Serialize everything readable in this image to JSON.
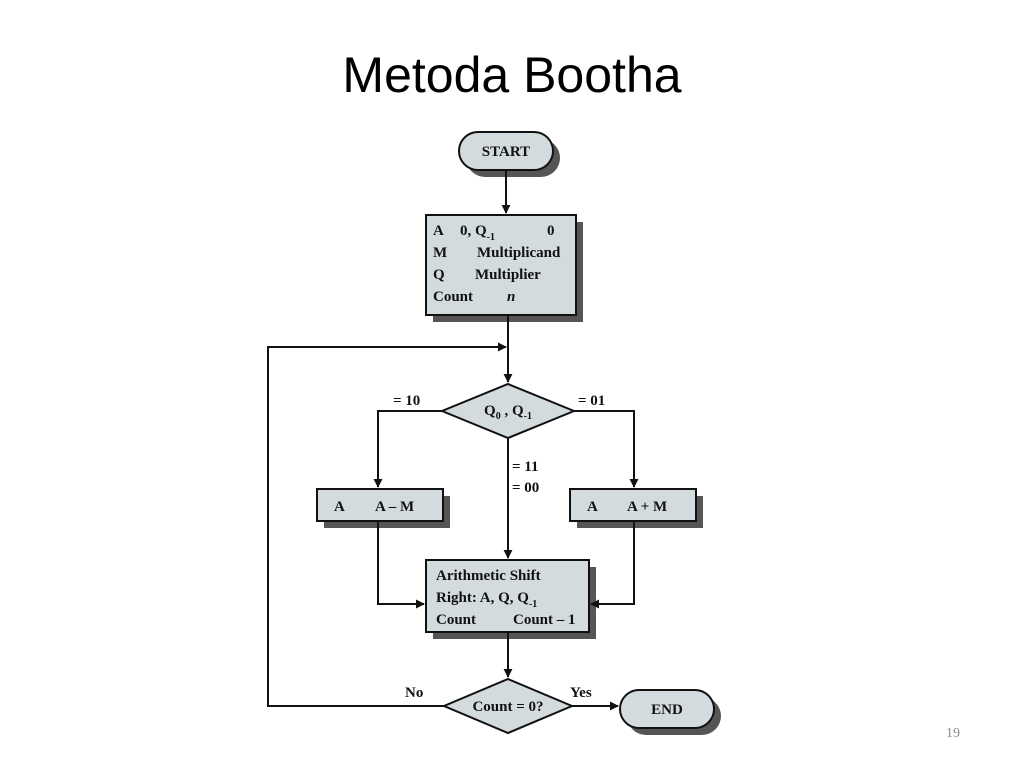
{
  "slide": {
    "title": "Metoda Bootha",
    "page_number": "19"
  },
  "colors": {
    "box_fill": "#d3dbdf",
    "shadow": "#555555",
    "line": "#111111"
  },
  "flow": {
    "start": "START",
    "init": {
      "r1_reg": "A",
      "r1_val": "0, Q",
      "r1_sub": "-1",
      "r1_val2": "0",
      "r2_reg": "M",
      "r2_val": "Multiplicand",
      "r3_reg": "Q",
      "r3_val": "Multiplier",
      "r4_reg": "Count",
      "r4_val": "n"
    },
    "decision1": {
      "q": "Q",
      "q_sub": "0",
      "sep": " , Q",
      "q1_sub": "-1"
    },
    "branch_left": "= 10",
    "branch_right": "= 01",
    "branch_middle_1": "= 11",
    "branch_middle_2": "= 00",
    "sub_box": {
      "reg": "A",
      "expr": "A – M"
    },
    "add_box": {
      "reg": "A",
      "expr": "A + M"
    },
    "shift": {
      "line1": "Arithmetic Shift",
      "line2": "Right: A, Q, Q",
      "line2_sub": "-1",
      "count_reg": "Count",
      "count_expr": "Count – 1"
    },
    "decision2": "Count = 0?",
    "no_label": "No",
    "yes_label": "Yes",
    "end": "END"
  }
}
